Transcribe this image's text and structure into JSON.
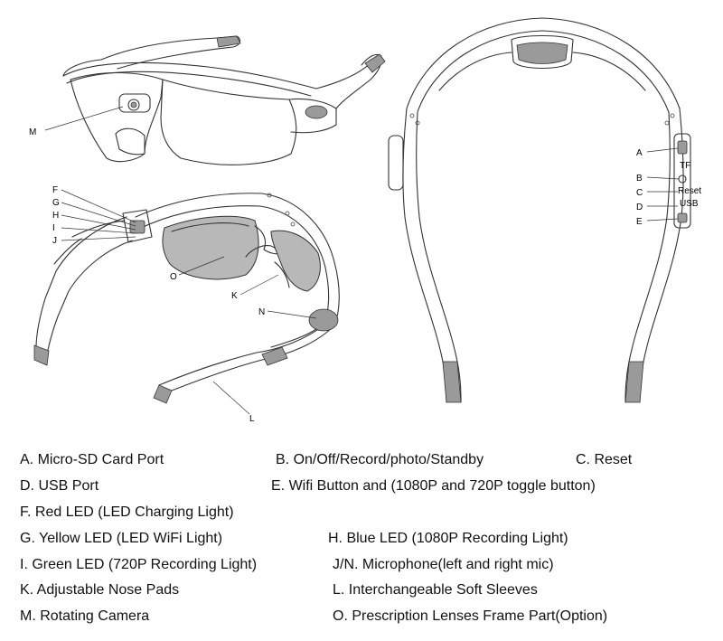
{
  "callouts": {
    "A": "A",
    "B": "B",
    "C": "C",
    "D": "D",
    "E": "E",
    "F": "F",
    "G": "G",
    "H": "H",
    "I": "I",
    "J": "J",
    "K": "K",
    "L": "L",
    "M": "M",
    "N": "N",
    "O": "O"
  },
  "port_labels": {
    "tf": "TF",
    "reset": "Reset",
    "usb": "USB"
  },
  "legend": [
    "A. Micro-SD Card Port",
    "B. On/Off/Record/photo/Standby",
    "C. Reset",
    "D. USB Port",
    "E. Wifi Button and (1080P and 720P toggle button)",
    "F. Red LED (LED Charging Light)",
    "G. Yellow LED (LED WiFi Light)",
    "H. Blue LED (1080P Recording Light)",
    "I. Green LED (720P Recording Light)",
    "J/N. Microphone(left and right mic)",
    "K. Adjustable Nose Pads",
    "L. Interchangeable Soft Sleeves",
    "M. Rotating Camera",
    "O. Prescription Lenses Frame Part(Option)"
  ]
}
